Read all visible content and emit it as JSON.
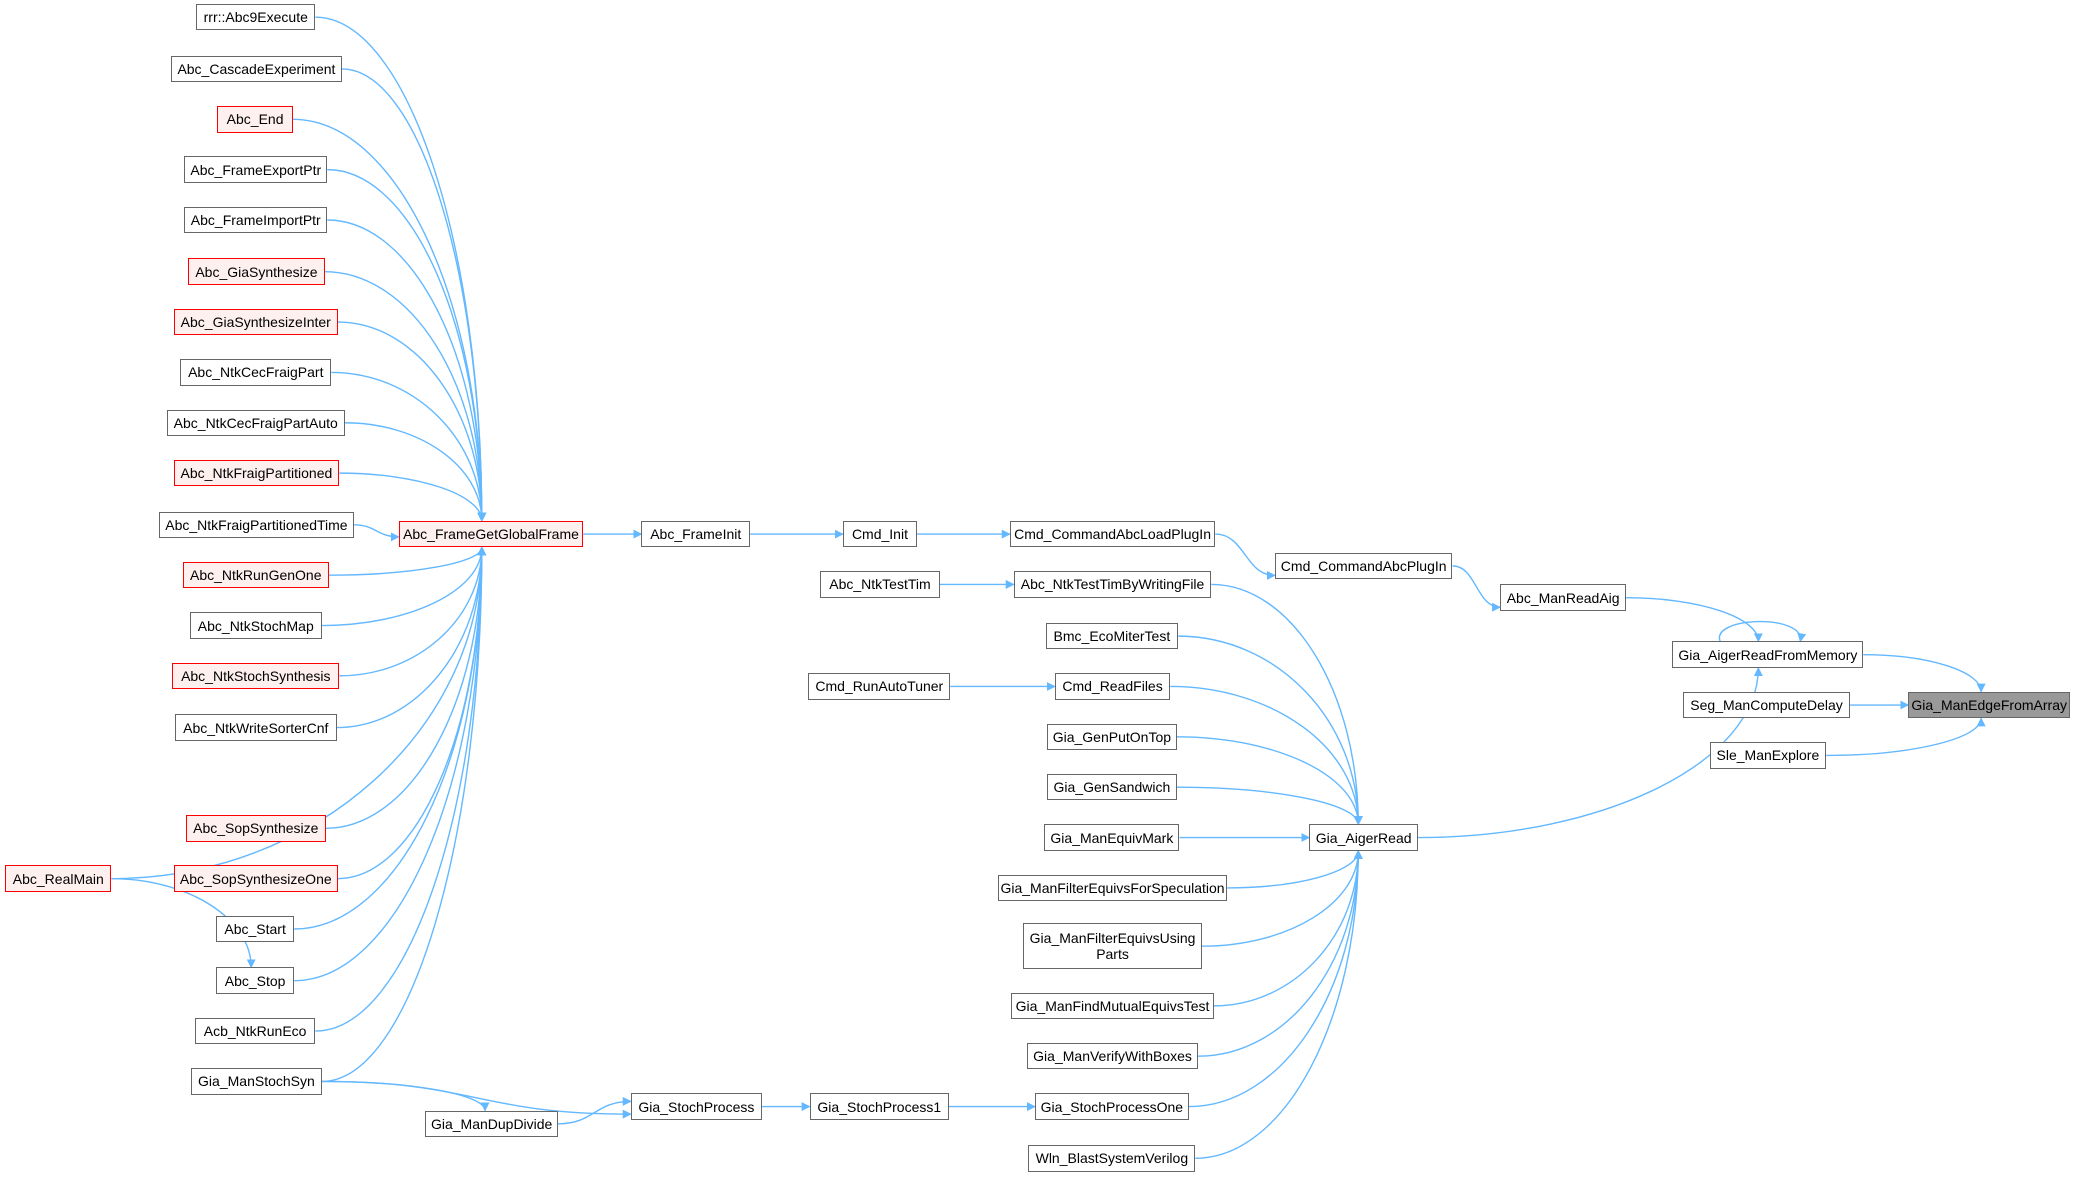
{
  "title": "Gia_ManEdgeFromArray caller graph",
  "colors": {
    "edge": "#63b8ff",
    "border": "#666666",
    "red_border": "#ff0000",
    "red_fill": "#fff0f0",
    "focus_fill": "#999999"
  },
  "nodes": [
    {
      "id": "rrr",
      "label": "rrr::Abc9Execute",
      "style": "normal"
    },
    {
      "id": "casc",
      "label": "Abc_CascadeExperiment",
      "style": "normal"
    },
    {
      "id": "end",
      "label": "Abc_End",
      "style": "red"
    },
    {
      "id": "exp",
      "label": "Abc_FrameExportPtr",
      "style": "normal"
    },
    {
      "id": "imp",
      "label": "Abc_FrameImportPtr",
      "style": "normal"
    },
    {
      "id": "gsyn",
      "label": "Abc_GiaSynthesize",
      "style": "red"
    },
    {
      "id": "gsyni",
      "label": "Abc_GiaSynthesizeInter",
      "style": "red"
    },
    {
      "id": "cfp",
      "label": "Abc_NtkCecFraigPart",
      "style": "normal"
    },
    {
      "id": "cfpa",
      "label": "Abc_NtkCecFraigPartAuto",
      "style": "normal"
    },
    {
      "id": "nfp",
      "label": "Abc_NtkFraigPartitioned",
      "style": "red"
    },
    {
      "id": "nfpt",
      "label": "Abc_NtkFraigPartitionedTime",
      "style": "normal"
    },
    {
      "id": "rgo",
      "label": "Abc_NtkRunGenOne",
      "style": "red"
    },
    {
      "id": "nsm",
      "label": "Abc_NtkStochMap",
      "style": "normal"
    },
    {
      "id": "nss",
      "label": "Abc_NtkStochSynthesis",
      "style": "red"
    },
    {
      "id": "wsc",
      "label": "Abc_NtkWriteSorterCnf",
      "style": "normal"
    },
    {
      "id": "sops",
      "label": "Abc_SopSynthesize",
      "style": "red"
    },
    {
      "id": "sopo",
      "label": "Abc_SopSynthesizeOne",
      "style": "red"
    },
    {
      "id": "start",
      "label": "Abc_Start",
      "style": "normal"
    },
    {
      "id": "stop",
      "label": "Abc_Stop",
      "style": "normal"
    },
    {
      "id": "acb",
      "label": "Acb_NtkRunEco",
      "style": "normal"
    },
    {
      "id": "mss",
      "label": "Gia_ManStochSyn",
      "style": "normal"
    },
    {
      "id": "realmain",
      "label": "Abc_RealMain",
      "style": "red"
    },
    {
      "id": "afggf",
      "label": "Abc_FrameGetGlobalFrame",
      "style": "red"
    },
    {
      "id": "finit",
      "label": "Abc_FrameInit",
      "style": "normal"
    },
    {
      "id": "cinit",
      "label": "Cmd_Init",
      "style": "normal"
    },
    {
      "id": "lpi",
      "label": "Cmd_CommandAbcLoadPlugIn",
      "style": "normal"
    },
    {
      "id": "pi",
      "label": "Cmd_CommandAbcPlugIn",
      "style": "normal"
    },
    {
      "id": "mra",
      "label": "Abc_ManReadAig",
      "style": "normal"
    },
    {
      "id": "arfm",
      "label": "Gia_AigerReadFromMemory",
      "style": "normal"
    },
    {
      "id": "seg",
      "label": "Seg_ManComputeDelay",
      "style": "normal"
    },
    {
      "id": "sle",
      "label": "Sle_ManExplore",
      "style": "normal"
    },
    {
      "id": "target",
      "label": "Gia_ManEdgeFromArray",
      "style": "focus"
    },
    {
      "id": "ntt",
      "label": "Abc_NtkTestTim",
      "style": "normal"
    },
    {
      "id": "nttw",
      "label": "Abc_NtkTestTimByWritingFile",
      "style": "normal"
    },
    {
      "id": "bmc",
      "label": "Bmc_EcoMiterTest",
      "style": "normal"
    },
    {
      "id": "rat",
      "label": "Cmd_RunAutoTuner",
      "style": "normal"
    },
    {
      "id": "rf",
      "label": "Cmd_ReadFiles",
      "style": "normal"
    },
    {
      "id": "gpot",
      "label": "Gia_GenPutOnTop",
      "style": "normal"
    },
    {
      "id": "gsw",
      "label": "Gia_GenSandwich",
      "style": "normal"
    },
    {
      "id": "mem",
      "label": "Gia_ManEquivMark",
      "style": "normal"
    },
    {
      "id": "mfes",
      "label": "Gia_ManFilterEquivsForSpeculation",
      "style": "normal"
    },
    {
      "id": "mfeu",
      "label": "Gia_ManFilterEquivsUsing\nParts",
      "style": "normal"
    },
    {
      "id": "mfmt",
      "label": "Gia_ManFindMutualEquivsTest",
      "style": "normal"
    },
    {
      "id": "mvwb",
      "label": "Gia_ManVerifyWithBoxes",
      "style": "normal"
    },
    {
      "id": "spo",
      "label": "Gia_StochProcessOne",
      "style": "normal"
    },
    {
      "id": "wln",
      "label": "Wln_BlastSystemVerilog",
      "style": "normal"
    },
    {
      "id": "ar",
      "label": "Gia_AigerRead",
      "style": "normal"
    },
    {
      "id": "sp",
      "label": "Gia_StochProcess",
      "style": "normal"
    },
    {
      "id": "sp1",
      "label": "Gia_StochProcess1",
      "style": "normal"
    },
    {
      "id": "mdd",
      "label": "Gia_ManDupDivide",
      "style": "normal"
    }
  ],
  "edges": [
    [
      "rrr",
      "afggf"
    ],
    [
      "casc",
      "afggf"
    ],
    [
      "end",
      "afggf"
    ],
    [
      "exp",
      "afggf"
    ],
    [
      "imp",
      "afggf"
    ],
    [
      "gsyn",
      "afggf"
    ],
    [
      "gsyni",
      "afggf"
    ],
    [
      "cfp",
      "afggf"
    ],
    [
      "cfpa",
      "afggf"
    ],
    [
      "nfp",
      "afggf"
    ],
    [
      "nfpt",
      "afggf"
    ],
    [
      "rgo",
      "afggf"
    ],
    [
      "nsm",
      "afggf"
    ],
    [
      "nss",
      "afggf"
    ],
    [
      "wsc",
      "afggf"
    ],
    [
      "sops",
      "afggf"
    ],
    [
      "sopo",
      "afggf"
    ],
    [
      "start",
      "afggf"
    ],
    [
      "stop",
      "afggf"
    ],
    [
      "acb",
      "afggf"
    ],
    [
      "mss",
      "afggf"
    ],
    [
      "realmain",
      "afggf"
    ],
    [
      "realmain",
      "stop"
    ],
    [
      "mss",
      "mdd"
    ],
    [
      "mss",
      "sp"
    ],
    [
      "mdd",
      "sp"
    ],
    [
      "sp",
      "sp1"
    ],
    [
      "sp1",
      "spo"
    ],
    [
      "afggf",
      "finit"
    ],
    [
      "finit",
      "cinit"
    ],
    [
      "cinit",
      "lpi"
    ],
    [
      "lpi",
      "pi"
    ],
    [
      "pi",
      "mra"
    ],
    [
      "mra",
      "arfm"
    ],
    [
      "arfm",
      "target"
    ],
    [
      "seg",
      "target"
    ],
    [
      "sle",
      "target"
    ],
    [
      "ar",
      "arfm"
    ],
    [
      "ntt",
      "nttw"
    ],
    [
      "rat",
      "rf"
    ],
    [
      "nttw",
      "ar"
    ],
    [
      "bmc",
      "ar"
    ],
    [
      "rf",
      "ar"
    ],
    [
      "gpot",
      "ar"
    ],
    [
      "gsw",
      "ar"
    ],
    [
      "mem",
      "ar"
    ],
    [
      "mfes",
      "ar"
    ],
    [
      "mfeu",
      "ar"
    ],
    [
      "mfmt",
      "ar"
    ],
    [
      "mvwb",
      "ar"
    ],
    [
      "spo",
      "ar"
    ],
    [
      "wln",
      "ar"
    ],
    [
      "arfm",
      "arfm"
    ]
  ]
}
